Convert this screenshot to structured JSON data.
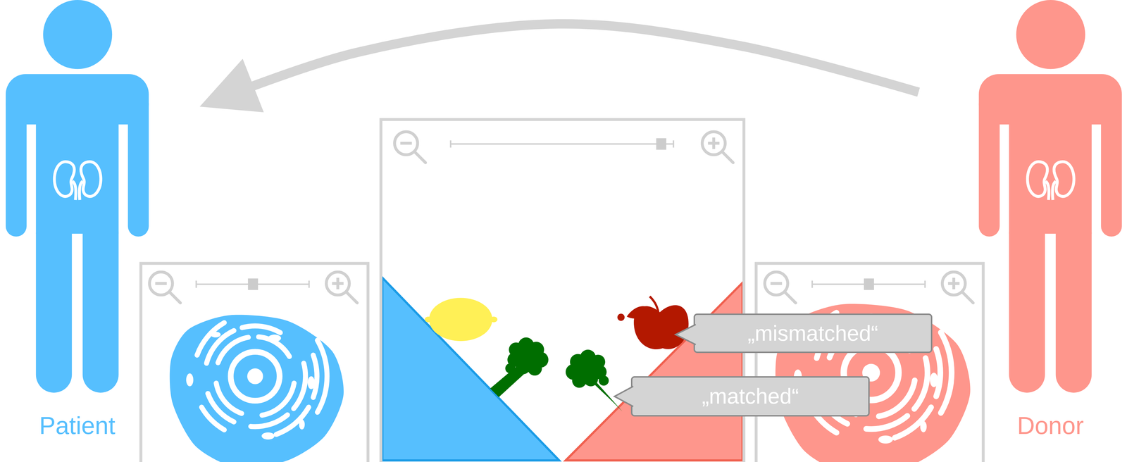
{
  "diagram": {
    "nodes": [
      {
        "text": [
          "Patient"
        ]
      },
      {
        "text": [
          "Donor"
        ]
      },
      {
        "text": [
          "„mismatched“"
        ]
      },
      {
        "text": [
          "„matched“"
        ]
      }
    ],
    "edges": [
      {
        "from": 1,
        "to": 0,
        "arrow": "to"
      }
    ]
  }
}
